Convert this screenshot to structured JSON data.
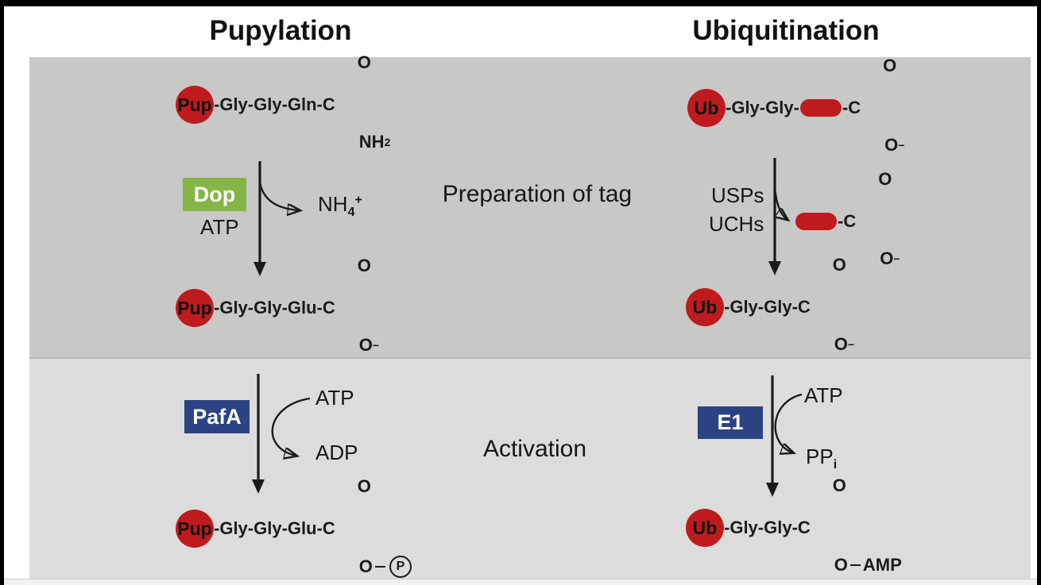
{
  "titles": {
    "left": "Pupylation",
    "right": "Ubiquitination"
  },
  "sections": {
    "top": "Preparation of tag",
    "bottom": "Activation"
  },
  "colors": {
    "red": "#bf1b1e",
    "green": "#85b544",
    "navy": "#2b4383",
    "panel-dark": "#c8c8c7",
    "panel-light": "#dcdcdc",
    "frame": "#000000",
    "text": "#1a1a1a"
  },
  "pupylation": {
    "mol_top": {
      "tag": "Pup",
      "chain": "-Gly-Gly-Gln-C",
      "top_atom": "O",
      "bottom_atom": "NH",
      "bottom_subscript": "2"
    },
    "step1": {
      "enzyme": "Dop",
      "cofactor": "ATP",
      "byproduct_atom": "NH",
      "byproduct_subscript": "4",
      "byproduct_charge": "+"
    },
    "mol_mid": {
      "tag": "Pup",
      "chain": "-Gly-Gly-Glu-C",
      "top_atom": "O",
      "bottom_atom": "O",
      "bottom_charge": "−"
    },
    "step2": {
      "enzyme": "PafA",
      "substrate": "ATP",
      "product": "ADP"
    },
    "mol_bottom": {
      "tag": "Pup",
      "chain": "-Gly-Gly-Glu-C",
      "top_atom": "O",
      "bottom_atom": "O",
      "phosphate": "P"
    }
  },
  "ubiquitination": {
    "mol_top": {
      "tag": "Ub",
      "chain_pre": "-Gly-Gly-",
      "chain_post": "-C",
      "top_atom": "O",
      "bottom_atom": "O",
      "bottom_charge": "−"
    },
    "step1": {
      "enzymes": [
        "USPs",
        "UCHs"
      ]
    },
    "fragment": {
      "chain_post": "-C",
      "top_atom": "O",
      "bottom_atom": "O",
      "bottom_charge": "−"
    },
    "mol_mid": {
      "tag": "Ub",
      "chain": "-Gly-Gly-C",
      "top_atom": "O",
      "bottom_atom": "O",
      "bottom_charge": "−"
    },
    "step2": {
      "enzyme": "E1",
      "substrate": "ATP",
      "product": "PP",
      "product_subscript": "i"
    },
    "mol_bottom": {
      "tag": "Ub",
      "chain": "-Gly-Gly-C",
      "top_atom": "O",
      "bottom_atom": "O",
      "adenylate": "AMP"
    }
  }
}
